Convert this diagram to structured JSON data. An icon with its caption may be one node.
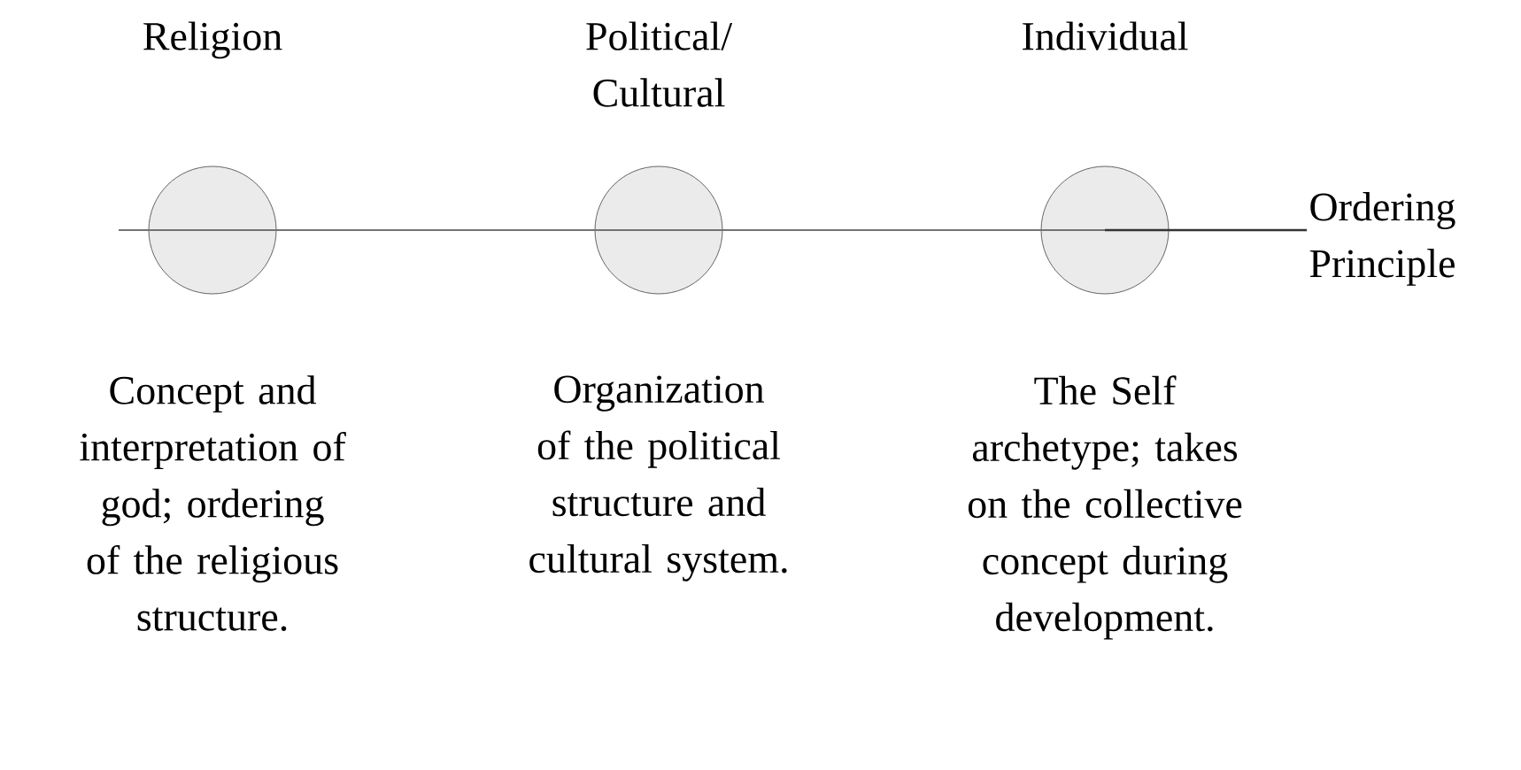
{
  "diagram": {
    "nodes": [
      {
        "text": [
          "Religion"
        ],
        "beside": [
          "Concept and interpretation of god; ordering of the religious structure."
        ]
      },
      {
        "text": [
          "Political/ Cultural"
        ],
        "beside": [
          "Organization of the political structure and cultural system."
        ]
      },
      {
        "text": [
          "Individual"
        ],
        "beside": [
          "The Self archetype; takes on the collective concept during development."
        ]
      },
      {
        "text": [
          "Ordering Principle"
        ]
      }
    ],
    "edges": [
      {
        "from": 3,
        "to": 2,
        "arrow": "none"
      }
    ]
  }
}
